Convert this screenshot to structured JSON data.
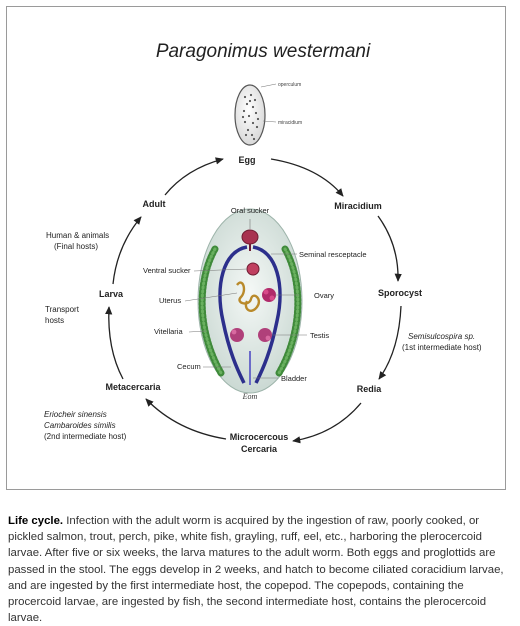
{
  "figure": {
    "title": "Paragonimus westermani",
    "egg_labels": {
      "operculum": "operculum",
      "miracidium": "miracidium"
    },
    "stages": {
      "egg": "Egg",
      "miracidium": "Miracidium",
      "sporocyst": "Sporocyst",
      "redia": "Redia",
      "cercaria_line1": "Microcercous",
      "cercaria_line2": "Cercaria",
      "metacercaria": "Metacercaria",
      "larva": "Larva",
      "adult": "Adult"
    },
    "hosts": {
      "final_line1": "Human & animals",
      "final_line2": "(Final hosts)",
      "transport_line1": "Transport",
      "transport_line2": "hosts",
      "first_line1": "Semisulcospira sp.",
      "first_line2": "(1st intermediate host)",
      "second_line1": "Eriocheir sinensis",
      "second_line2": "Cambaroides similis",
      "second_line3": "(2nd intermediate host)"
    },
    "anatomy": {
      "oral_sucker": "Oral sucker",
      "seminal_receptacle": "Seminal resceptacle",
      "ventral_sucker": "Ventral sucker",
      "ovary": "Ovary",
      "uterus": "Uterus",
      "vitellaria": "Vitellaria",
      "testis": "Testis",
      "cecum": "Cecum",
      "bladder": "Bladder",
      "eom": "Eom"
    }
  },
  "caption": {
    "heading": "Life cycle.",
    "text": "Infection with the adult worm is acquired by the ingestion of raw, poorly cooked, or pickled salmon, trout, perch, pike, white fish, grayling, ruff, eel, etc., harboring the plerocercoid larvae. After five or six weeks, the larva matures to the adult worm. Both eggs and proglottids are passed in the stool. The eggs develop in 2 weeks, and hatch to become ciliated coracidium larvae, and are ingested by the first intermediate host, the copepod. The copepods, containing the procercoid larvae, are ingested by fish, the second intermediate host, contains the plerocercoid larvae."
  },
  "colors": {
    "body_fill": "#d6e3de",
    "vitellaria": "#3f8a3a",
    "cecum": "#2c2f8c",
    "sucker": "#a83250",
    "uterus": "#b98a2b",
    "gonad": "#b02a6a"
  }
}
